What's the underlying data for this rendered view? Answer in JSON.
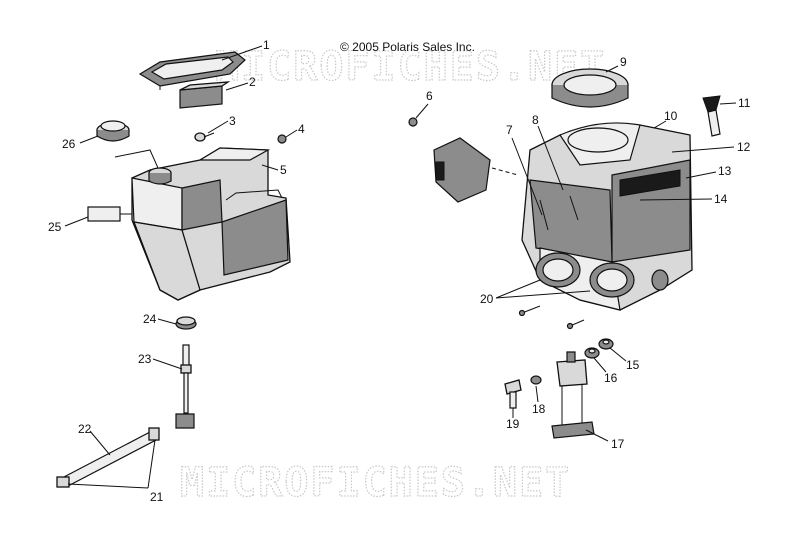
{
  "copyright": "© 2005 Polaris Sales Inc.",
  "watermark": "MICROFICHES.NET",
  "callouts": [
    {
      "id": "c1",
      "label": "1"
    },
    {
      "id": "c2",
      "label": "2"
    },
    {
      "id": "c3",
      "label": "3"
    },
    {
      "id": "c4",
      "label": "4"
    },
    {
      "id": "c5",
      "label": "5"
    },
    {
      "id": "c6",
      "label": "6"
    },
    {
      "id": "c7",
      "label": "7"
    },
    {
      "id": "c8",
      "label": "8"
    },
    {
      "id": "c9",
      "label": "9"
    },
    {
      "id": "c10",
      "label": "10"
    },
    {
      "id": "c11",
      "label": "11"
    },
    {
      "id": "c12",
      "label": "12"
    },
    {
      "id": "c13",
      "label": "13"
    },
    {
      "id": "c14",
      "label": "14"
    },
    {
      "id": "c15",
      "label": "15"
    },
    {
      "id": "c16",
      "label": "16"
    },
    {
      "id": "c17",
      "label": "17"
    },
    {
      "id": "c18",
      "label": "18"
    },
    {
      "id": "c19",
      "label": "19"
    },
    {
      "id": "c20",
      "label": "20"
    },
    {
      "id": "c21",
      "label": "21"
    },
    {
      "id": "c22",
      "label": "22"
    },
    {
      "id": "c23",
      "label": "23"
    },
    {
      "id": "c24",
      "label": "24"
    },
    {
      "id": "c25",
      "label": "25"
    },
    {
      "id": "c26",
      "label": "26"
    }
  ]
}
